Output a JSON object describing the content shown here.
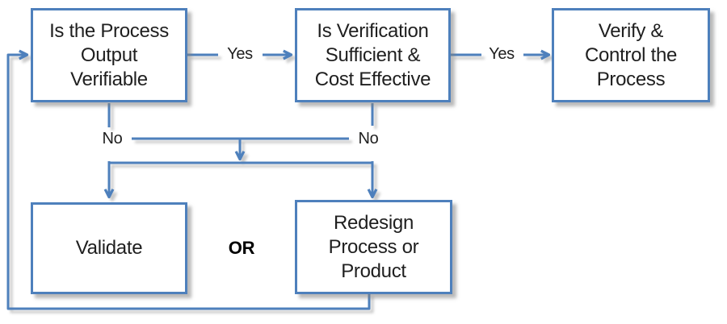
{
  "diagram": {
    "type": "flowchart",
    "colors": {
      "line": "#4E80BC",
      "text": "#1F1F1F",
      "box_fill": "#FFFFFF"
    },
    "nodes": {
      "q_output_verifiable": {
        "label": "Is the Process\nOutput\nVerifiable"
      },
      "q_verification_sufficient": {
        "label": "Is Verification\nSufficient &\nCost Effective"
      },
      "verify_control": {
        "label": "Verify &\nControl the\nProcess"
      },
      "validate": {
        "label": "Validate"
      },
      "redesign": {
        "label": "Redesign\nProcess or\nProduct"
      }
    },
    "edges": {
      "yes1": {
        "label": "Yes",
        "from": "q_output_verifiable",
        "to": "q_verification_sufficient"
      },
      "yes2": {
        "label": "Yes",
        "from": "q_verification_sufficient",
        "to": "verify_control"
      },
      "no1": {
        "label": "No",
        "from": "q_output_verifiable",
        "to": "validate_or_redesign_branch"
      },
      "no2": {
        "label": "No",
        "from": "q_verification_sufficient",
        "to": "validate_or_redesign_branch"
      },
      "or": {
        "label": "OR",
        "between": [
          "validate",
          "redesign"
        ]
      },
      "loop": {
        "label": "",
        "from": "redesign",
        "to": "q_output_verifiable"
      }
    }
  }
}
